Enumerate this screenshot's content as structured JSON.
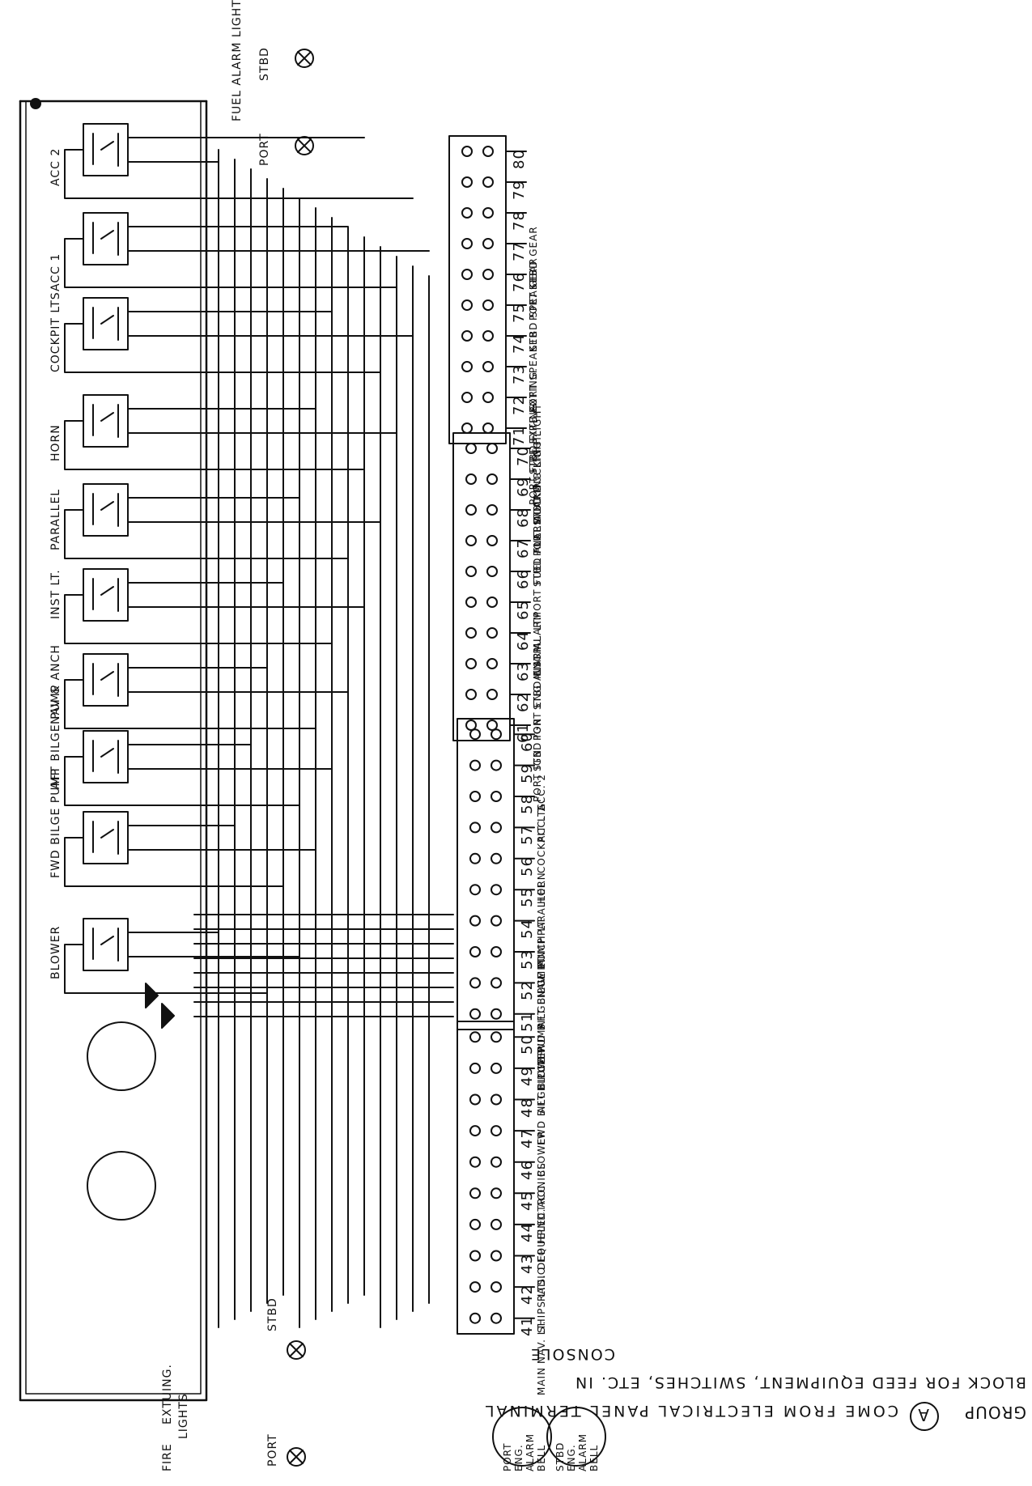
{
  "group_note": {
    "group_label": "GROUP",
    "group_letter": "A",
    "line1": "COME FROM ELECTRICAL PANEL TERMINAL",
    "line2": "BLOCK FOR FEED EQUIPMENT, SWITCHES, ETC. IN",
    "line3": "CONSOLE"
  },
  "switches": [
    "BLOWER",
    "FWD BILGE PUMP",
    "AFT BILGE PUMP",
    "NAV & ANCH",
    "INST LT.",
    "PARALLEL",
    "HORN",
    "COCKPIT LTS",
    "ACC 1",
    "ACC 2"
  ],
  "fuel_alarm": {
    "title": "FUEL ALARM LIGHTS",
    "port": "PORT",
    "stbd": "STBD"
  },
  "fire_exting": {
    "title1": "FIRE",
    "title2": "EXTUING.",
    "title3": "LIGHTS",
    "port": "PORT",
    "stbd": "STBD"
  },
  "bells": {
    "port": "PORT ENG. ALARM BELL",
    "stbd": "STBD ENG. ALARM BELL"
  },
  "terminal_blocks": [
    {
      "id": "41-50",
      "numbers": [
        "41",
        "42",
        "43",
        "44",
        "45",
        "46",
        "47",
        "48",
        "49",
        "50"
      ],
      "labels": [
        "MAIN",
        "NAV. LT.",
        "SHIPS LTS.",
        "RADIO EQUIP.",
        "DEP H IND.",
        "ELECTRONICS",
        "ACC.",
        "BLOWER",
        "FWD BILGE PUMP",
        "AFT BILGE PUMP"
      ]
    },
    {
      "id": "51-60",
      "numbers": [
        "51",
        "52",
        "53",
        "54",
        "55",
        "56",
        "57",
        "58",
        "59",
        "60"
      ],
      "labels": [
        "BLOWER",
        "FWD BILGE PUMP",
        "AFT BILGE PUMP",
        "NAV. LT.",
        "ANCH LT.",
        "PARALLEL",
        "HORN",
        "COCKPIT LTS.",
        "ACC. 1",
        "ACC. 2"
      ]
    },
    {
      "id": "61-70",
      "numbers": [
        "61",
        "62",
        "63",
        "64",
        "65",
        "66",
        "67",
        "68",
        "69",
        "70"
      ],
      "labels": [
        "PORT IGN",
        "STBD IGN",
        "PORT ENG ALARM",
        "STBD ENG ALARM",
        "INSTRU. LT.",
        "",
        "PORT FUEL ALARM",
        "STBD FUEL ALARM",
        "PORT DOCKING LIGHT",
        "STBD DOCKING LIGHT"
      ]
    },
    {
      "id": "71-80",
      "numbers": [
        "71",
        "72",
        "73",
        "74",
        "75",
        "76",
        "77",
        "78",
        "79",
        "80"
      ],
      "labels": [
        "PORT FIRE EXTING.",
        "STBD FIRE EXTING.",
        "",
        "PORT SPEAKER",
        "",
        "STBD SPEAKER",
        "PORT GEAR",
        "STBD GEAR",
        "",
        ""
      ]
    }
  ]
}
